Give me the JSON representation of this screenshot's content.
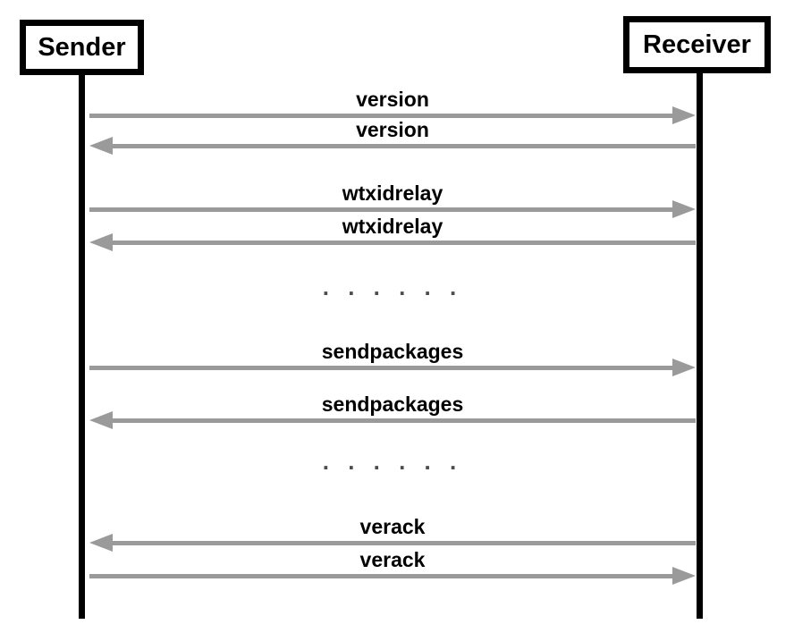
{
  "diagram": {
    "actors": [
      {
        "name": "Sender"
      },
      {
        "name": "Receiver"
      }
    ],
    "messages": [
      {
        "label": "version",
        "direction": "to-receiver"
      },
      {
        "label": "version",
        "direction": "to-sender"
      },
      {
        "label": "wtxidrelay",
        "direction": "to-receiver"
      },
      {
        "label": "wtxidrelay",
        "direction": "to-sender"
      },
      {
        "label": "sendpackages",
        "direction": "to-receiver"
      },
      {
        "label": "sendpackages",
        "direction": "to-sender"
      },
      {
        "label": "verack",
        "direction": "to-sender"
      },
      {
        "label": "verack",
        "direction": "to-receiver"
      }
    ],
    "ellipsis": ". . . . . .",
    "colors": {
      "arrow": "#9a9a9a",
      "lifeline": "#000000",
      "actor_border": "#000000",
      "label_text": "#000000",
      "ellipsis_text": "#4d4d4d",
      "background": "#ffffff"
    }
  }
}
